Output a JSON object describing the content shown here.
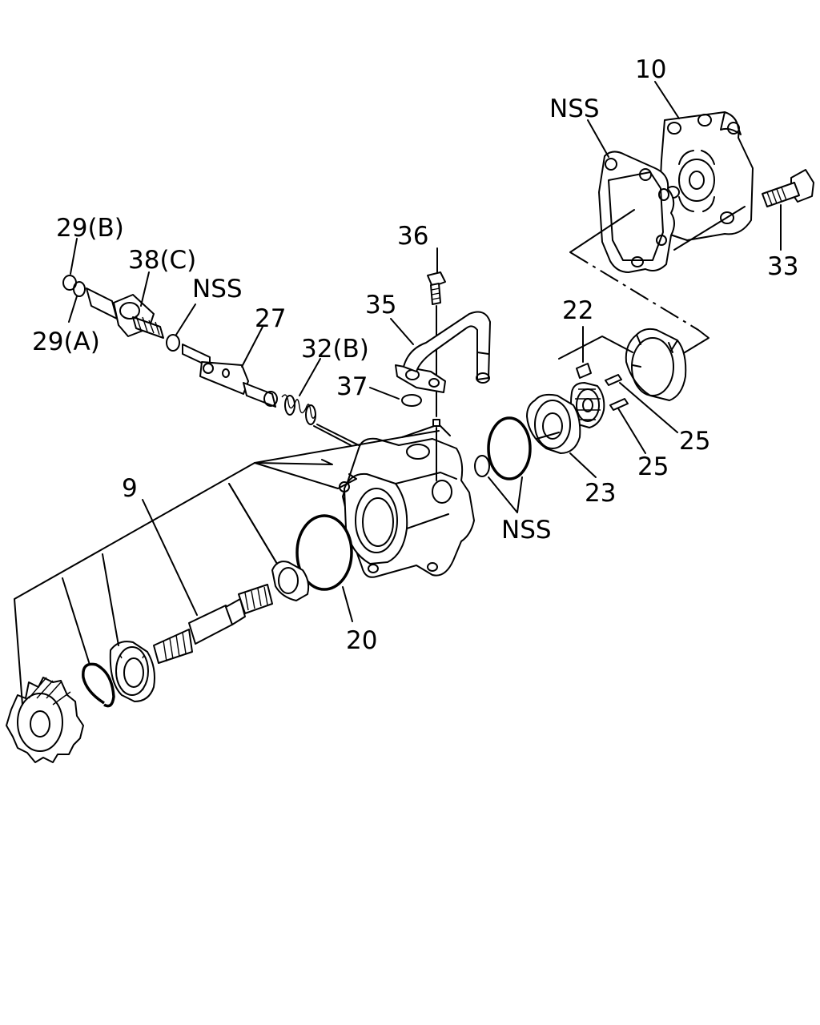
{
  "labels": {
    "p10": "10",
    "nss_gasket": "NSS",
    "p33": "33",
    "p36": "36",
    "p35": "35",
    "p37": "37",
    "p29b": "29(B)",
    "p38c": "38(C)",
    "nss_oring": "NSS",
    "p29a": "29(A)",
    "p27": "27",
    "p32b": "32(B)",
    "p22": "22",
    "p25_upper": "25",
    "p25_lower": "25",
    "p23": "23",
    "nss_seals": "NSS",
    "p9": "9",
    "p20": "20"
  }
}
